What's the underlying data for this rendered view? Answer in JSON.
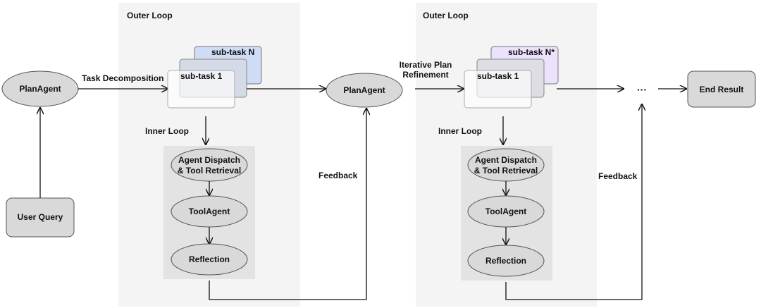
{
  "outer_loop_label": "Outer Loop",
  "inner_loop_label": "Inner Loop",
  "plan_agent": "PlanAgent",
  "user_query": "User Query",
  "task_decomposition": "Task Decomposition",
  "iterative_plan_refinement": [
    "Iterative Plan",
    "Refinement"
  ],
  "feedback": "Feedback",
  "subtask_1": "sub-task 1",
  "subtask_n": "sub-task N",
  "subtask_n_star": "sub-task N*",
  "agent_dispatch": [
    "Agent Dispatch",
    "& Tool Retrieval"
  ],
  "tool_agent": "ToolAgent",
  "reflection": "Reflection",
  "ellipsis": "···",
  "end_result": "End Result",
  "colors": {
    "outer_panel": "#f4f4f4",
    "inner_panel": "#e3e3e3",
    "node_fill": "#d9d9d9",
    "node_stroke": "#555555",
    "subtask_blue": "#cfdcf5",
    "subtask_purple": "#ece2fb",
    "subtask_mid": "#d5dbe6",
    "subtask_mid2": "#dddde3"
  }
}
